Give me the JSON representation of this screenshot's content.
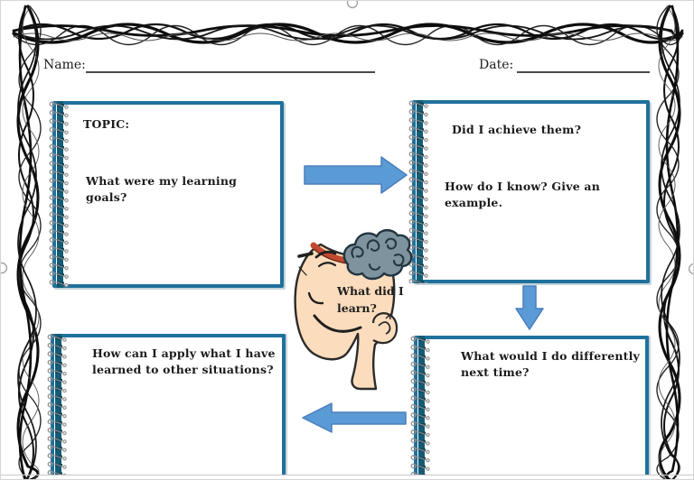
{
  "header": {
    "name_label": "Name:",
    "date_label": "Date:"
  },
  "boxes": {
    "topic": {
      "title": "TOPIC:",
      "question": "What were my learning goals?"
    },
    "achieve": {
      "question1": "Did I achieve them?",
      "question2": "How do I know? Give an example."
    },
    "differently": {
      "question": "What would I do differently\nnext time?"
    },
    "apply": {
      "question": "How can I apply what I have\nlearned to other situations?"
    }
  },
  "center": {
    "caption": "What did I\nlearn?"
  },
  "icons": {
    "arrow_right": "right-flow-arrow",
    "arrow_down": "down-flow-arrow",
    "arrow_left": "left-flow-arrow",
    "head": "open-head-brain-illustration",
    "border": "scribble-twist-border",
    "spiral": "notebook-spiral-binding"
  },
  "colors": {
    "box_border": "#20719c",
    "spine_bar": "#145c75",
    "arrow_fill": "#5b9bd5",
    "arrow_outline": "#4a7ebc",
    "skin": "#fbdcbc",
    "brain": "#7e939e",
    "skull_rim": "#c04a2f",
    "text": "#1b1b1b"
  }
}
